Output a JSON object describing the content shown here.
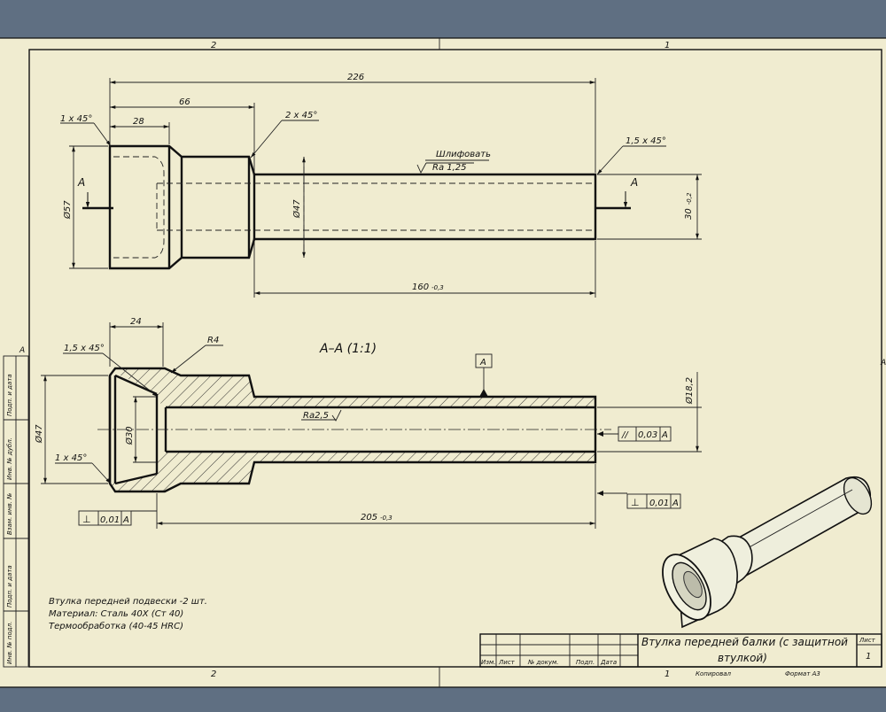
{
  "zones": {
    "top_left": "2",
    "top_right": "1",
    "bottom_left": "2",
    "bottom_right": "1",
    "left_side": "A",
    "right_side": "A"
  },
  "side_stamp": [
    "Подп. и дата",
    "Инв. № дубл.",
    "Взам. инв. №",
    "Подп. и дата",
    "Инв. № подл."
  ],
  "view1": {
    "dim_226": "226",
    "dim_66": "66",
    "dim_28": "28",
    "chamfer_left": "1 x 45°",
    "chamfer_mid": "2 x 45°",
    "chamfer_right": "1,5 x 45°",
    "grind_note": "Шлифовать",
    "roughness": "Ra 1,25",
    "dia_57": "Ø57",
    "dia_47": "Ø47",
    "dia_30": "30",
    "tol_30": "-0,2",
    "dim_160": "160",
    "tol_160": "-0,3",
    "section_mark": "A"
  },
  "view2": {
    "title": "A–A (1:1)",
    "dim_24": "24",
    "radius": "R4",
    "chamfer_top": "1,5 x 45°",
    "chamfer_bottom": "1 x 45°",
    "datum": "A",
    "dia_47": "Ø47",
    "dia_30": "Ø30",
    "dia_182": "Ø18,2",
    "roughness": "Ra2,5",
    "dim_205": "205",
    "tol_205": "-0,3",
    "fcf_parallel": {
      "symbol": "//",
      "value": "0,03",
      "datum": "A"
    },
    "fcf_perp_left": {
      "symbol": "⊥",
      "value": "0,01",
      "datum": "A"
    },
    "fcf_perp_right": {
      "symbol": "⊥",
      "value": "0,01",
      "datum": "A"
    }
  },
  "notes": [
    "Втулка передней подвески -2 шт.",
    "Материал: Сталь 40Х (Ст 40)",
    "Термообработка (40-45 HRC)"
  ],
  "title_block": {
    "name": "Втулка передней балки (с защитной втулкой)",
    "name_line1": "Втулка передней балки (с защитной",
    "name_line2": "втулкой)",
    "sheet_label": "Лист",
    "sheet_no": "1",
    "cols": [
      "Изм.",
      "Лист",
      "№ докум.",
      "Подп.",
      "Дата"
    ],
    "copied": "Копировал",
    "format": "Формат А3"
  },
  "colors": {
    "background": "#5f6f82",
    "paper": "#f0ecd0",
    "hatch": "#222222"
  }
}
